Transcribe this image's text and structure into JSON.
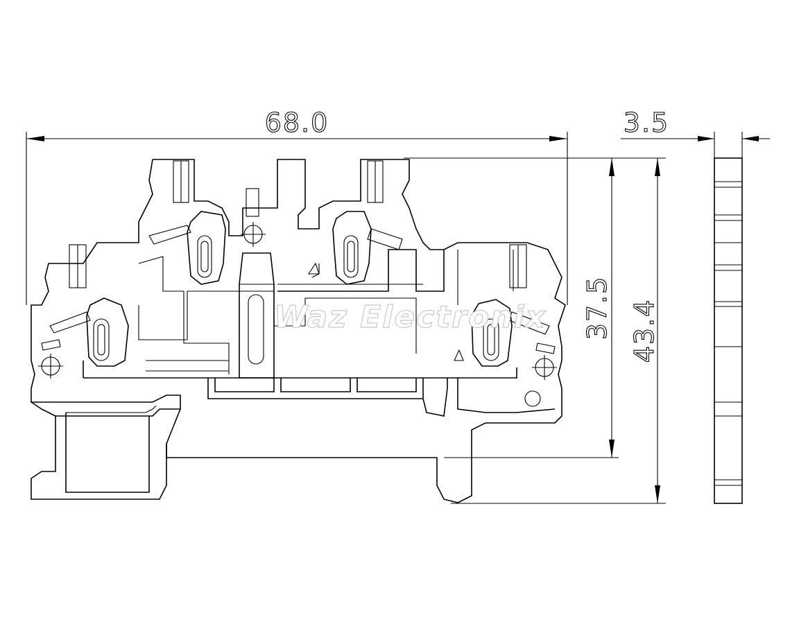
{
  "dimensions": {
    "overall_width": "68.0",
    "thickness": "3.5",
    "height_body": "37.5",
    "height_total": "43.4"
  },
  "watermark": "Waz Electronix"
}
